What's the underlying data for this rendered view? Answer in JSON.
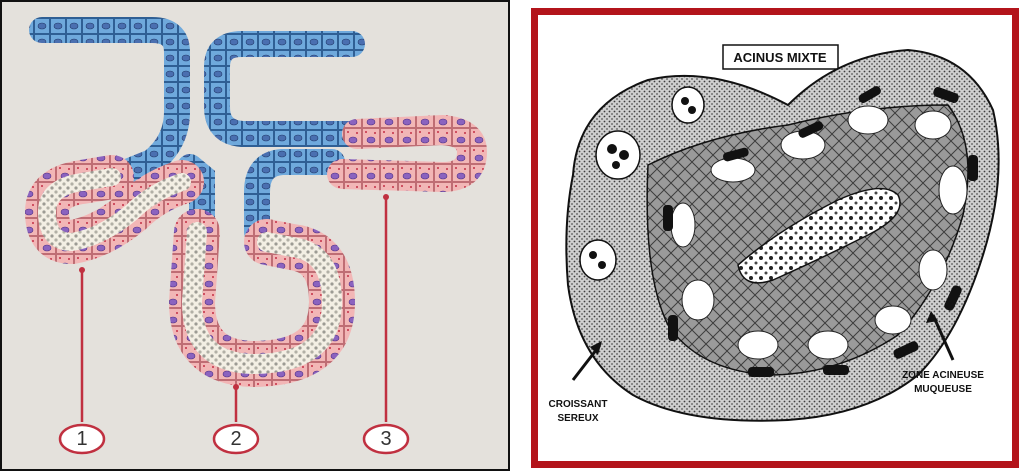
{
  "left_panel": {
    "markers": [
      {
        "number": "1",
        "color": "#c03040"
      },
      {
        "number": "2",
        "color": "#c03040"
      },
      {
        "number": "3",
        "color": "#c03040"
      }
    ],
    "colors": {
      "background": "#e4e1dc",
      "serous_duct": "#5b9bd5",
      "mucous": "#f2b6b6",
      "nucleus": "#7a5ab8",
      "lumen_pale": "#f3efe4",
      "pointer": "#c03040"
    }
  },
  "right_panel": {
    "title": "ACINUS MIXTE",
    "label_left": [
      "CROISSANT",
      "SEREUX"
    ],
    "label_right": [
      "ZONE ACINEUSE",
      "MUQUEUSE"
    ],
    "colors": {
      "frame": "#b3141b",
      "stipple": "#555555",
      "dark_nucleus": "#111111",
      "light_cytoplasm": "#ffffff"
    }
  }
}
